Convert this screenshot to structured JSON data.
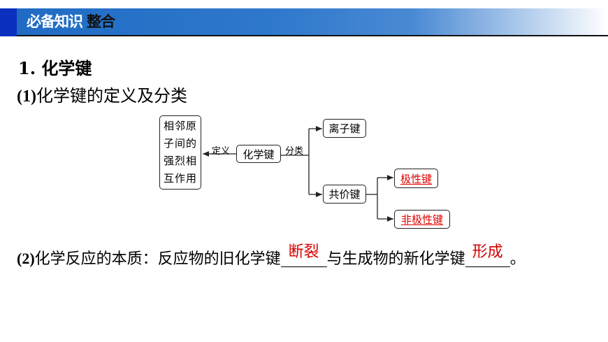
{
  "banner": {
    "title_main": "必备知识",
    "title_sub": "整合",
    "colors": {
      "accent": "#0b2fbf",
      "gradient_start": "#1f6bc4",
      "gradient_end": "#ffffff"
    }
  },
  "section": {
    "heading": "1. 化学键",
    "subheading_num": "(1)",
    "subheading_text": "化学键的定义及分类"
  },
  "diagram": {
    "definition_lines": [
      "相邻原",
      "子间的",
      "强烈相",
      "互作用"
    ],
    "center": "化学键",
    "label_definition": "定义",
    "label_classification": "分类",
    "ionic": "离子键",
    "covalent": "共价键",
    "polar": "极性键",
    "nonpolar": "非极性键",
    "answer_color": "#e00000"
  },
  "essence": {
    "num": "(2)",
    "text_before": "化学反应的本质：反应物的旧化学键",
    "answer_1": "断裂",
    "text_middle": "与生成物的新化学键",
    "answer_2": "形成",
    "text_end": "。"
  }
}
